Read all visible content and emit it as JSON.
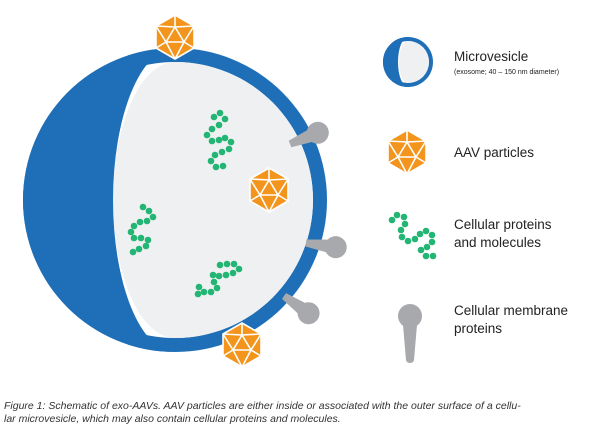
{
  "legend": {
    "microvesicle": {
      "label": "Microvesicle",
      "sublabel": "(exosome; 40 – 150 nm diameter)",
      "icon": "microvesicle-icon"
    },
    "aav": {
      "label": "AAV particles",
      "icon": "aav-particle-icon"
    },
    "proteins": {
      "label_line1": "Cellular proteins",
      "label_line2": "and molecules",
      "icon": "protein-chain-icon"
    },
    "membrane": {
      "label_line1": "Cellular membrane",
      "label_line2": "proteins",
      "icon": "membrane-protein-icon"
    }
  },
  "caption": {
    "line1": "Figure 1: Schematic of exo-AAVs. AAV particles are either inside or associated with the outer surface of a cellu-",
    "line2": "lar microvesicle, which may also contain cellular proteins and molecules."
  },
  "colors": {
    "membrane_blue": "#1f6fb8",
    "interior": "#eef0f1",
    "aav_orange": "#f3941c",
    "protein_green": "#22b573",
    "membrane_protein_gray": "#a7a9ac"
  }
}
